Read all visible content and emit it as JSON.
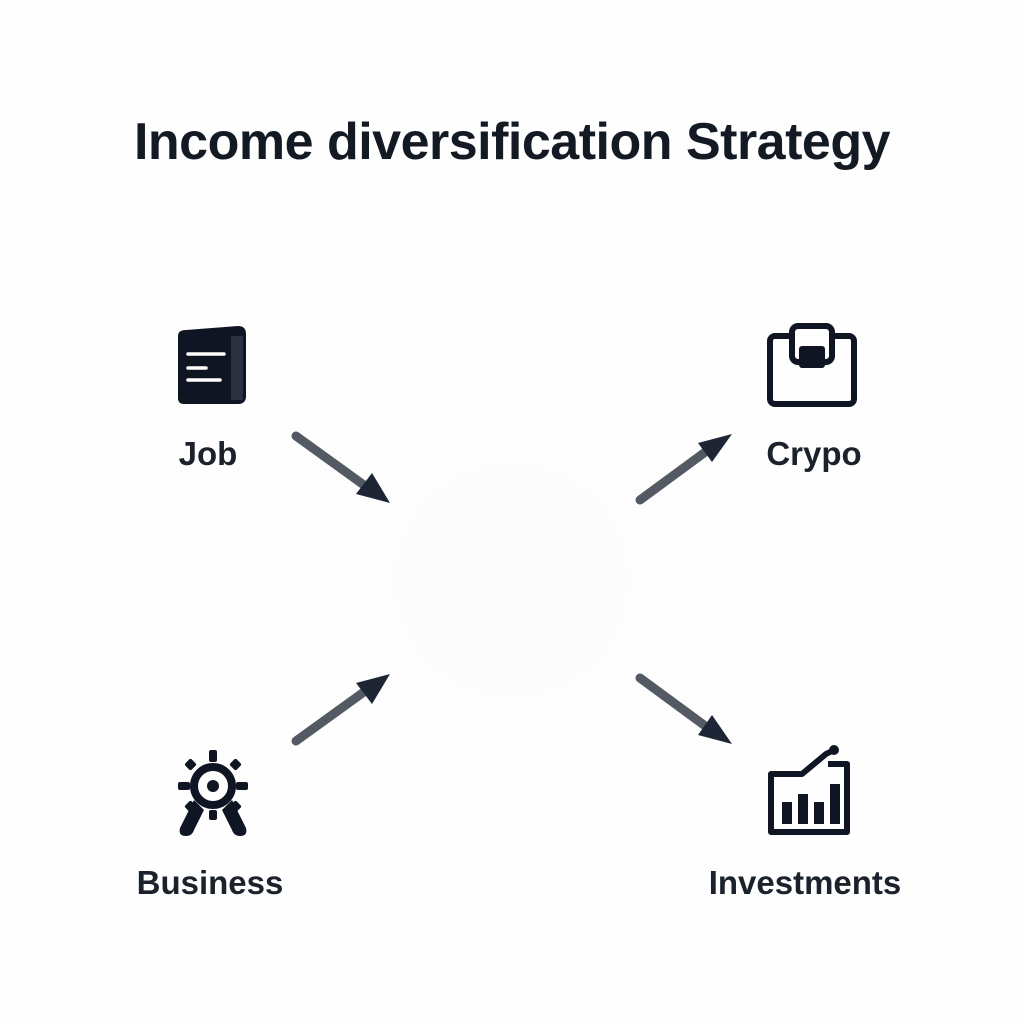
{
  "title": "Income diversification Strategy",
  "nodes": {
    "job": {
      "label": "Job",
      "icon": "wallet-icon"
    },
    "crypto": {
      "label": "Crypo",
      "icon": "bag-icon"
    },
    "business": {
      "label": "Business",
      "icon": "gear-hands-icon"
    },
    "investments": {
      "label": "Investments",
      "icon": "bar-chart-icon"
    }
  },
  "colors": {
    "text": "#141a24",
    "icon": "#0f1522",
    "arrow_shaft": "#535a63",
    "arrow_head": "#1e2636"
  }
}
